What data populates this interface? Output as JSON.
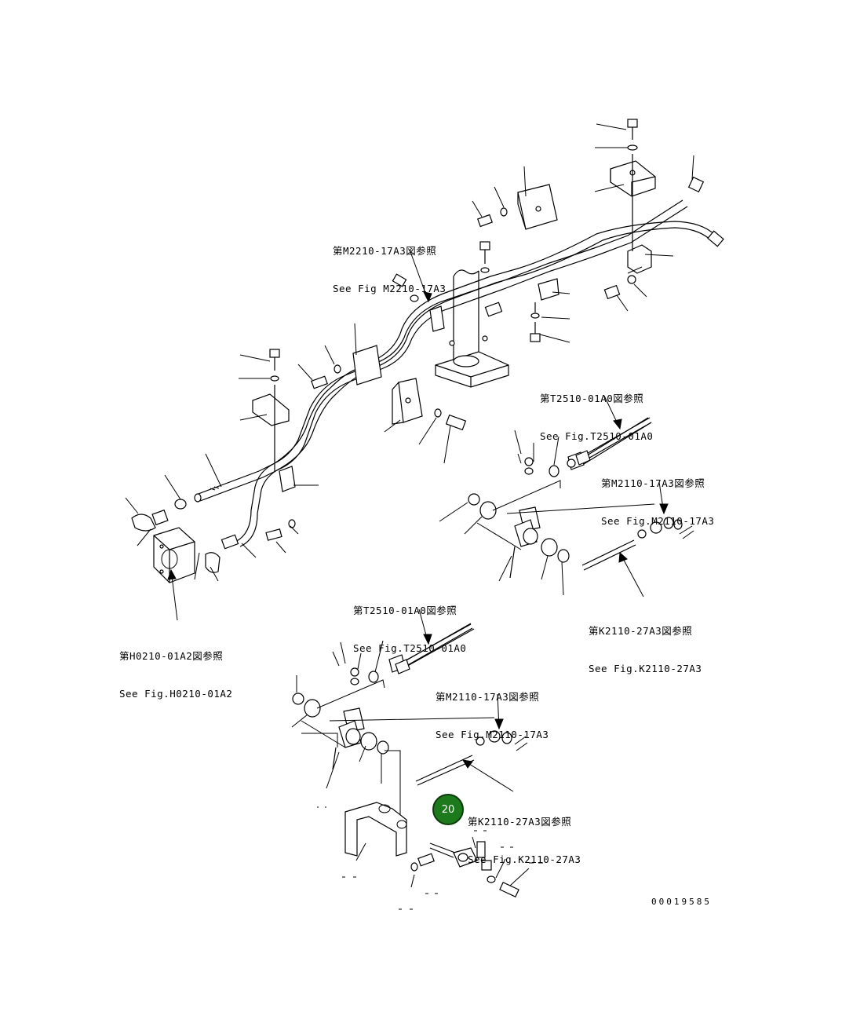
{
  "references": {
    "m2210": {
      "jp": "第M2210-17A3図参照",
      "en": "See Fig M2210-17A3"
    },
    "t2510_top": {
      "jp": "第T2510-01A0図参照",
      "en": "See Fig.T2510-01A0"
    },
    "m2110_top": {
      "jp": "第M2110-17A3図参照",
      "en": "See Fig.M2110-17A3"
    },
    "k2110_top": {
      "jp": "第K2110-27A3図参照",
      "en": "See Fig.K2110-27A3"
    },
    "h0210": {
      "jp": "第H0210-01A2図参照",
      "en": "See Fig.H0210-01A2"
    },
    "t2510_bottom": {
      "jp": "第T2510-01A0図参照",
      "en": "See Fig.T2510-01A0"
    },
    "m2110_bottom": {
      "jp": "第M2110-17A3図参照",
      "en": "See Fig.M2110-17A3"
    },
    "k2110_bottom": {
      "jp": "第K2110-27A3図参照",
      "en": "See Fig.K2110-27A3"
    }
  },
  "callout": {
    "label": "20",
    "color": "#1c7a1c"
  },
  "document_number": "00019585"
}
